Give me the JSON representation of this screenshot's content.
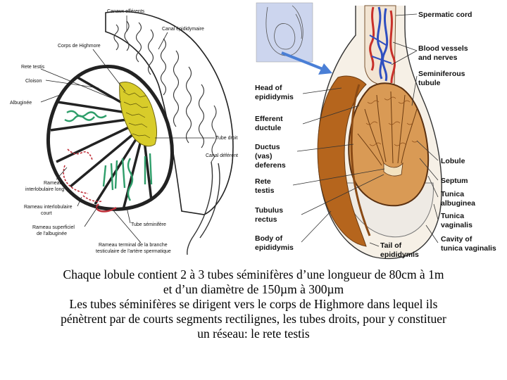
{
  "left_diagram": {
    "labels": {
      "canaux_efferents": "Canaux efférents",
      "canal_epididymaire": "Canal épididymaire",
      "corps_highmore": "Corps de Highmore",
      "rete_testis": "Rete testis",
      "cloison": "Cloison",
      "albuginee": "Albuginée",
      "tube_droit": "Tube droit",
      "canal_deferent": "Canal déférent",
      "rameau_long_1": "Rameau",
      "rameau_long_2": "interlobulaire long",
      "rameau_court_1": "Rameau  interlobulaire",
      "rameau_court_2": "court",
      "rameau_sup_1": "Rameau superficiel",
      "rameau_sup_2": "de l'albuginée",
      "tube_seminifere": "Tube séminifère",
      "rameau_term_1": "Rameau terminal de la branche",
      "rameau_term_2": "testiculaire de l'artère spermatique"
    }
  },
  "right_diagram": {
    "labels": {
      "spermatic_cord": "Spermatic cord",
      "blood_vessels_1": "Blood vessels",
      "blood_vessels_2": "and nerves",
      "seminiferous_1": "Seminiferous",
      "seminiferous_2": "tubule",
      "head_1": "Head of",
      "head_2": "epididymis",
      "efferent_1": "Efferent",
      "efferent_2": "ductule",
      "ductus_1": "Ductus",
      "ductus_2": "(vas)",
      "ductus_3": "deferens",
      "rete_1": "Rete",
      "rete_2": "testis",
      "lobule": "Lobule",
      "septum": "Septum",
      "tunica_alb_1": "Tunica",
      "tunica_alb_2": "albuginea",
      "tubulus_1": "Tubulus",
      "tubulus_2": "rectus",
      "tunica_vag_1": "Tunica",
      "tunica_vag_2": "vaginalis",
      "body_1": "Body of",
      "body_2": "epididymis",
      "tail_1": "Tail of",
      "tail_2": "epididymis",
      "cavity_1": "Cavity of",
      "cavity_2": "tunica vaginalis"
    }
  },
  "caption": {
    "line1": "Chaque lobule contient 2 à 3 tubes séminifères d’une longueur de 80cm à 1m",
    "line2": "et d’un diamètre de 150µm à 300µm",
    "line3": "Les tubes séminifères se dirigent vers le corps de Highmore dans lequel ils",
    "line4": "pénètrent par de courts segments rectilignes, les tubes droits, pour y constituer",
    "line5": "un réseau: le rete testis"
  },
  "colors": {
    "tubule_green": "#2e9e6a",
    "highmore_yellow": "#d8cc2a",
    "artery_red": "#c0303a",
    "brown_tubule": "#b5651d",
    "blue_vessel": "#2f4fc0",
    "red_vessel": "#c8302a",
    "arrow_blue": "#4a7fd6",
    "thumb_bg": "#ccd5ee"
  }
}
